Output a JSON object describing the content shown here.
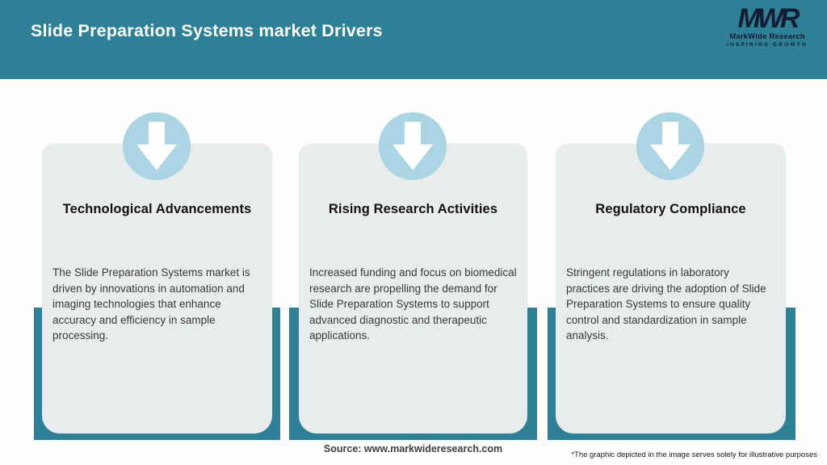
{
  "header": {
    "title": "Slide Preparation Systems market Drivers",
    "logo": {
      "monogram": "MWR",
      "name": "MarkWide Research",
      "tagline": "INSPIRING GROWTH"
    }
  },
  "cards": [
    {
      "icon": "down-arrow-icon",
      "title": "Technological Advancements",
      "description": "The Slide Preparation Systems market is driven by innovations in automation and imaging technologies that enhance accuracy and efficiency in sample processing."
    },
    {
      "icon": "down-arrow-icon",
      "title": "Rising Research Activities",
      "description": "Increased funding and focus on biomedical research are propelling the demand for Slide Preparation Systems to support advanced diagnostic and therapeutic applications."
    },
    {
      "icon": "down-arrow-icon",
      "title": "Regulatory Compliance",
      "description": "Stringent regulations in laboratory practices are driving the adoption of Slide Preparation Systems to ensure quality control and standardization in sample analysis."
    }
  ],
  "footer": {
    "source": "Source: www.markwideresearch.com",
    "disclaimer": "*The graphic depicted in the image serves solely for illustrative purposes"
  },
  "colors": {
    "teal": "#2e8096",
    "circle_blue": "#abd4e4",
    "card_background": "#e9eced"
  }
}
